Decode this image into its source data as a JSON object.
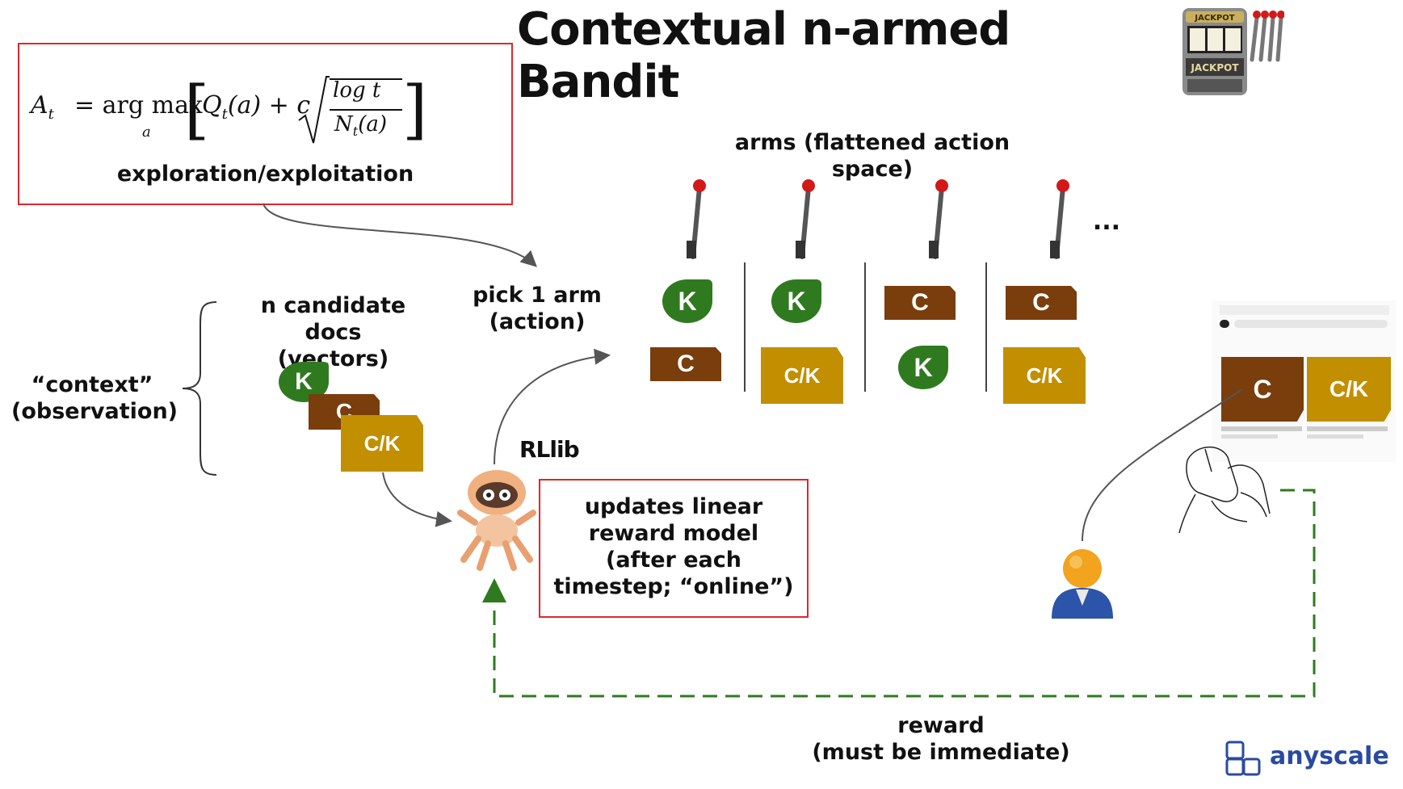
{
  "title": "Contextual n-armed Bandit",
  "formula": {
    "lhs": "A",
    "lhs_sub": "t",
    "eq": "= arg max",
    "argmax_sub": "a",
    "q": "Q",
    "q_sub": "t",
    "q_arg": "(a) + c",
    "frac_num": "log t",
    "frac_den": "N",
    "frac_den_sub": "t",
    "frac_den_arg": "(a)",
    "caption": "exploration/exploitation"
  },
  "arms_label": "arms (flattened action space)",
  "ellipsis": "...",
  "pick_label_line1": "pick 1 arm",
  "pick_label_line2": "(action)",
  "context_line1": "“context”",
  "context_line2": "(observation)",
  "candidates_line1": "n candidate docs",
  "candidates_line2": "(vectors)",
  "rllib_label": "RLlib",
  "updates": {
    "line1": "updates linear",
    "line2": "reward model",
    "line3": "(after each",
    "line4": "timestep; “online”)"
  },
  "reward_line1": "reward",
  "reward_line2": "(must be immediate)",
  "brand": "anyscale",
  "tiles": {
    "k": "K",
    "c": "C",
    "ck": "C/K"
  },
  "slot_machine": {
    "top": "JACKPOT",
    "bottom": "JACKPOT"
  },
  "colors": {
    "red_border": "#e0262b",
    "c_tile": "#7a3d0c",
    "ck_tile": "#c28f00",
    "k_tile": "#2f7a1f",
    "reward_dash": "#2f7a1f",
    "brand": "#2a4aa0"
  }
}
